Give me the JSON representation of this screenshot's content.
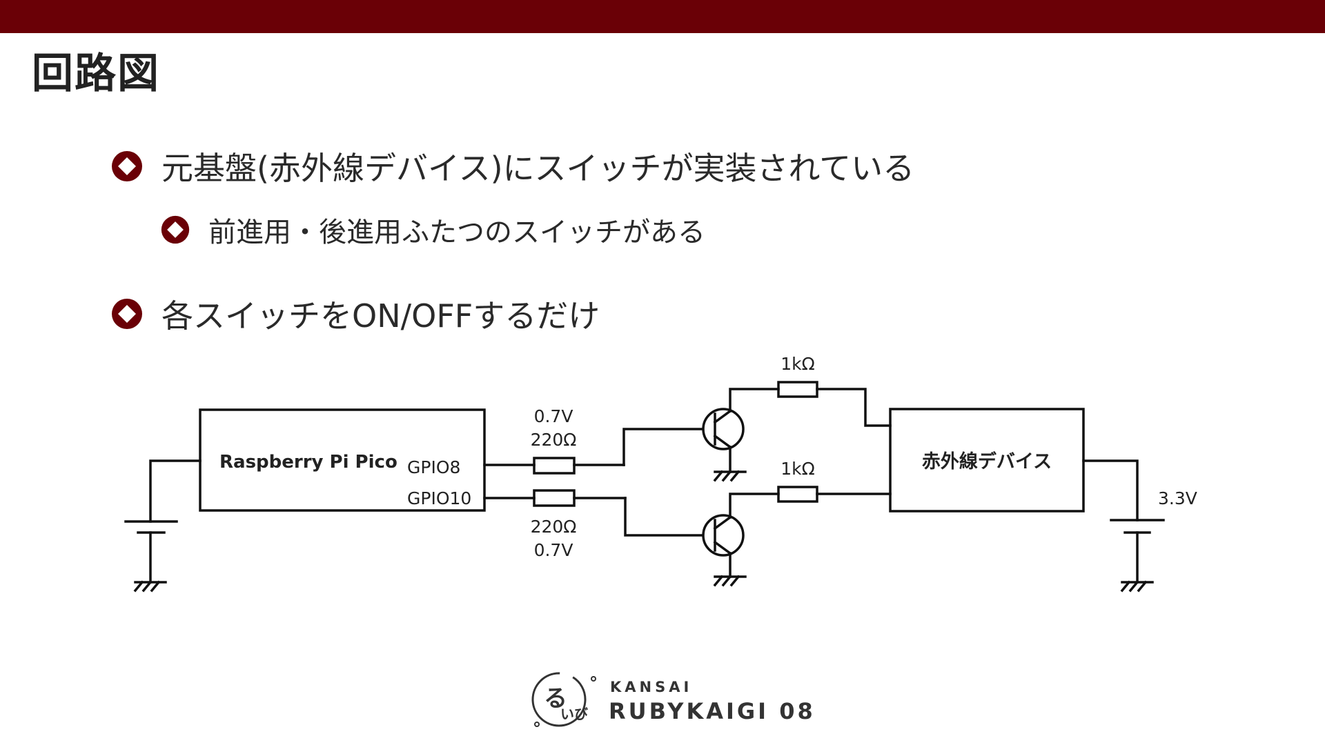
{
  "slide": {
    "title": "回路図",
    "accent_color": "#6a0006"
  },
  "bullets": [
    {
      "text": "元基盤(赤外線デバイス)にスイッチが実装されている",
      "icon": "diamond-bullet-icon",
      "children": [
        {
          "text": "前進用・後進用ふたつのスイッチがある",
          "icon": "diamond-bullet-icon"
        }
      ]
    },
    {
      "text": "各スイッチをON/OFFするだけ",
      "icon": "diamond-bullet-icon"
    }
  ],
  "circuit": {
    "controller": {
      "name": "Raspberry Pi Pico",
      "pin_top": "GPIO8",
      "pin_bottom": "GPIO10"
    },
    "base_resistor_top": {
      "voltage": "0.7V",
      "resistance": "220Ω"
    },
    "base_resistor_bottom": {
      "voltage": "0.7V",
      "resistance": "220Ω"
    },
    "collector_resistor_top": "1kΩ",
    "collector_resistor_bottom": "1kΩ",
    "device": "赤外線デバイス",
    "supply": "3.3V"
  },
  "footer": {
    "logo_icon": "rubykaigi-rubyi-logo-icon",
    "region": "KANSAI",
    "event": "RUBYKAIGI 08"
  }
}
